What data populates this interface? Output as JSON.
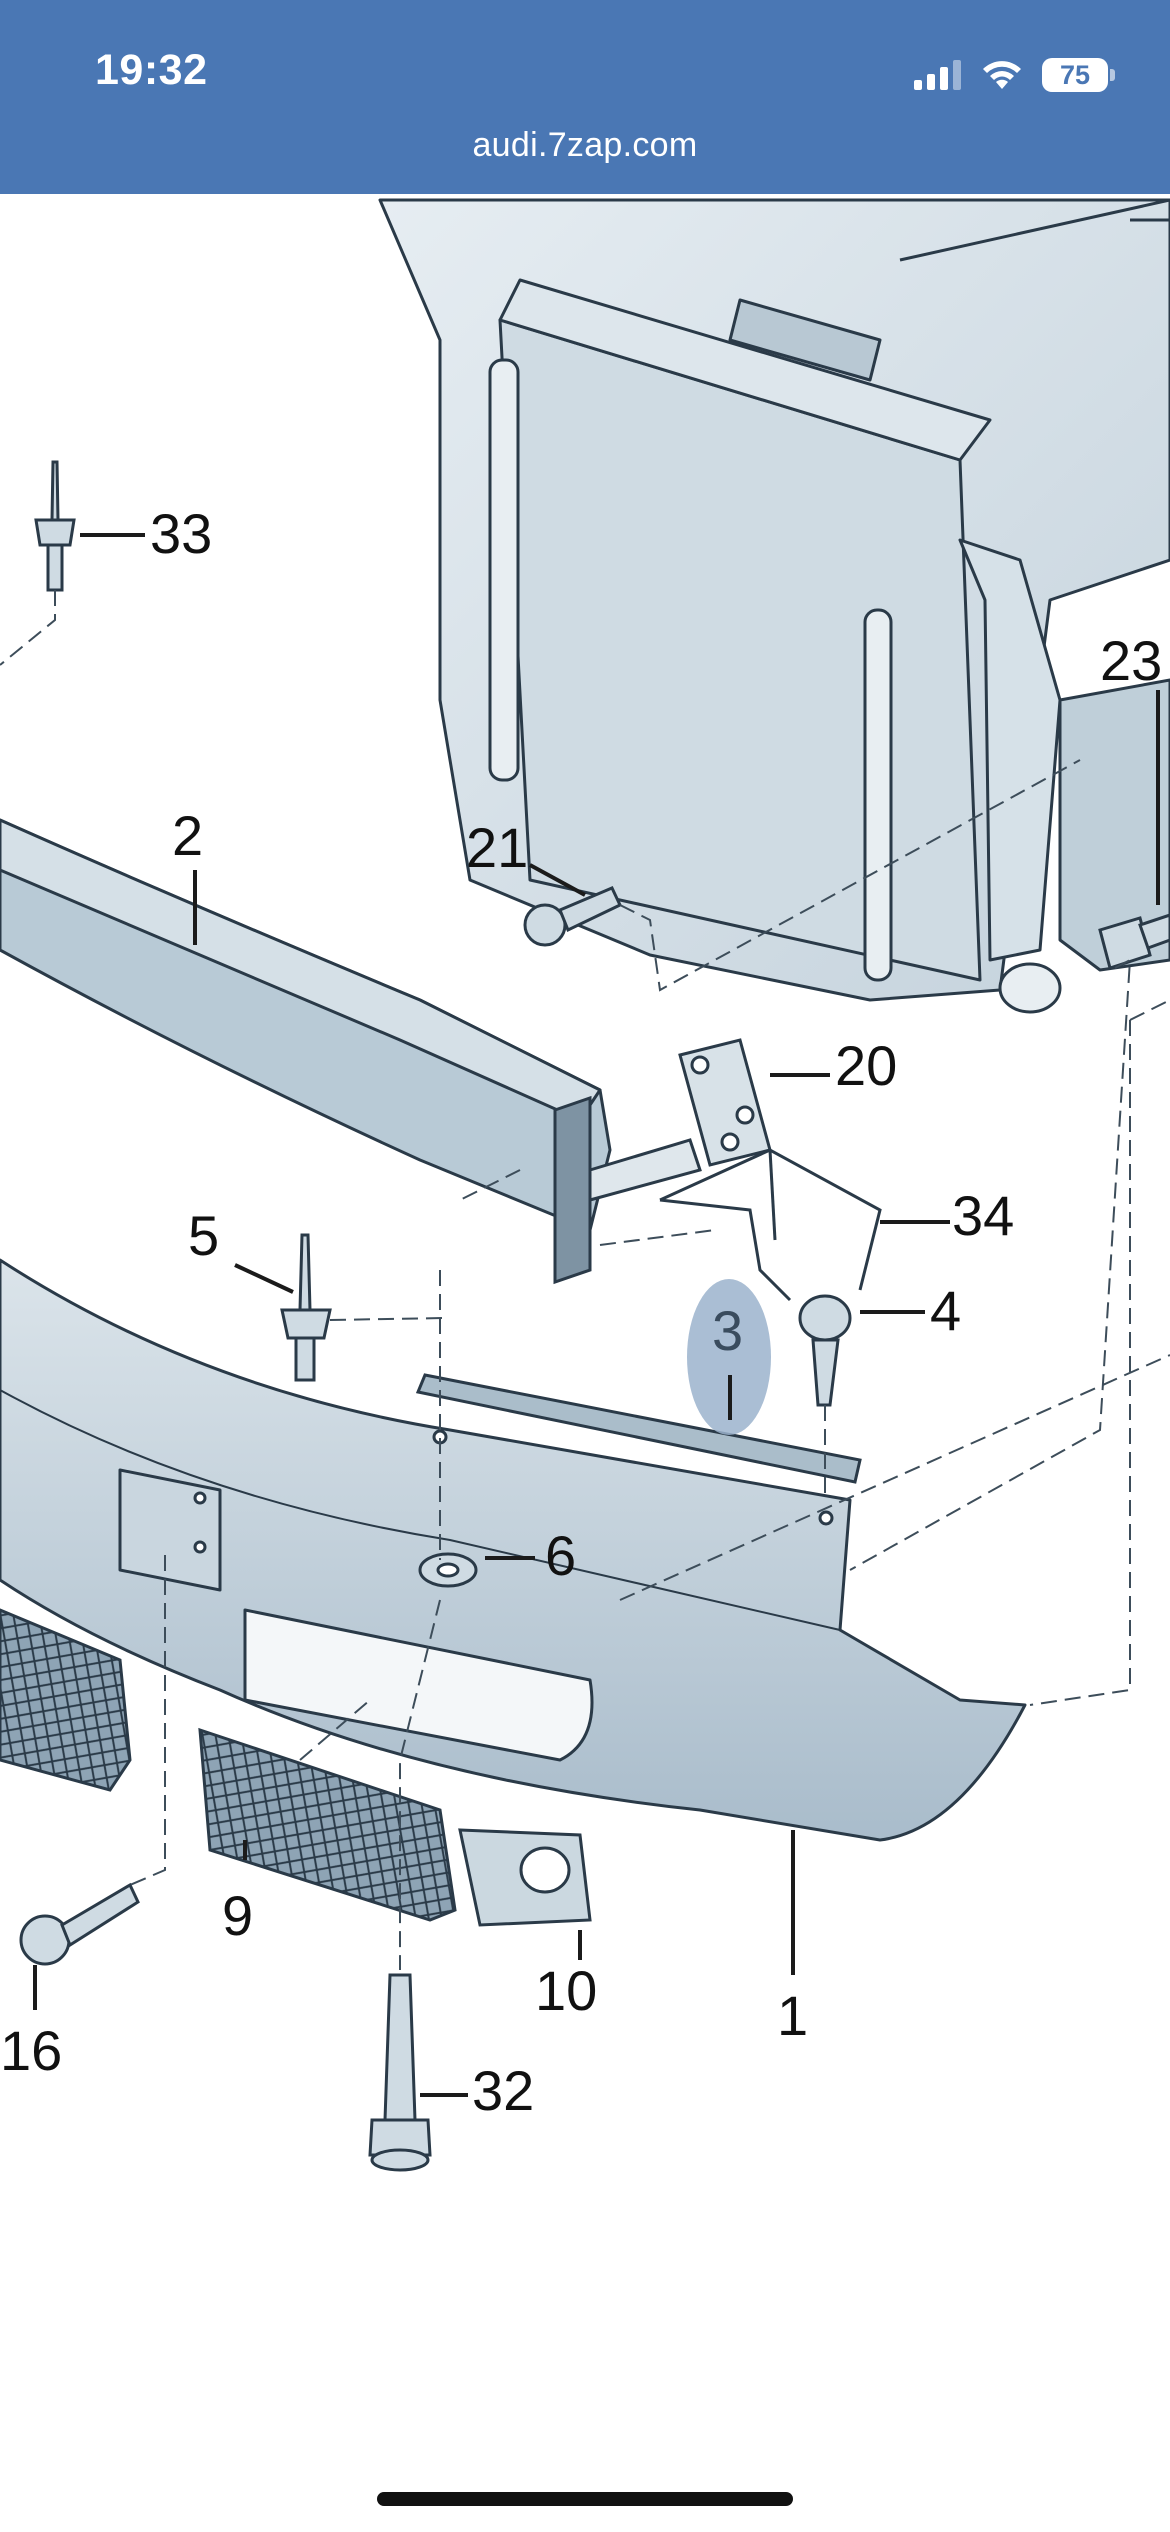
{
  "status_bar": {
    "time": "19:32",
    "battery": "75",
    "icons": [
      "signal-icon",
      "wifi-icon",
      "battery-icon"
    ]
  },
  "browser": {
    "url": "audi.7zap.com"
  },
  "diagram": {
    "callouts": [
      {
        "id": "33",
        "label": "33"
      },
      {
        "id": "2",
        "label": "2"
      },
      {
        "id": "21",
        "label": "21"
      },
      {
        "id": "23",
        "label": "23"
      },
      {
        "id": "20",
        "label": "20"
      },
      {
        "id": "34",
        "label": "34"
      },
      {
        "id": "5",
        "label": "5"
      },
      {
        "id": "3",
        "label": "3"
      },
      {
        "id": "4",
        "label": "4"
      },
      {
        "id": "6",
        "label": "6"
      },
      {
        "id": "9",
        "label": "9"
      },
      {
        "id": "10",
        "label": "10"
      },
      {
        "id": "1",
        "label": "1"
      },
      {
        "id": "16",
        "label": "16"
      },
      {
        "id": "32",
        "label": "32"
      }
    ],
    "highlighted_callout": "3",
    "colors": {
      "part_fill": "#c5d3dc",
      "part_stroke": "#2a3a48",
      "highlight": "#9bb3cc",
      "header": "#4a77b4"
    }
  }
}
